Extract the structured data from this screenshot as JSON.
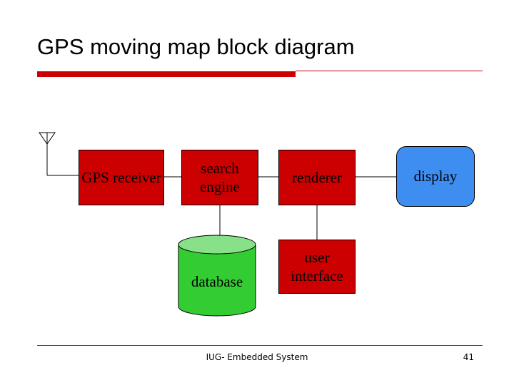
{
  "slide": {
    "title": "GPS moving map block diagram",
    "footer": "IUG- Embedded System",
    "page_number": "41"
  },
  "blocks": {
    "gps_receiver": "GPS receiver",
    "search_engine": "search engine",
    "renderer": "renderer",
    "display": "display",
    "database": "database",
    "user_interface": "user interface"
  },
  "colors": {
    "accent": "#cc0000",
    "block": "#cc0000",
    "display": "#3d8ef0",
    "database": "#33cc33"
  }
}
